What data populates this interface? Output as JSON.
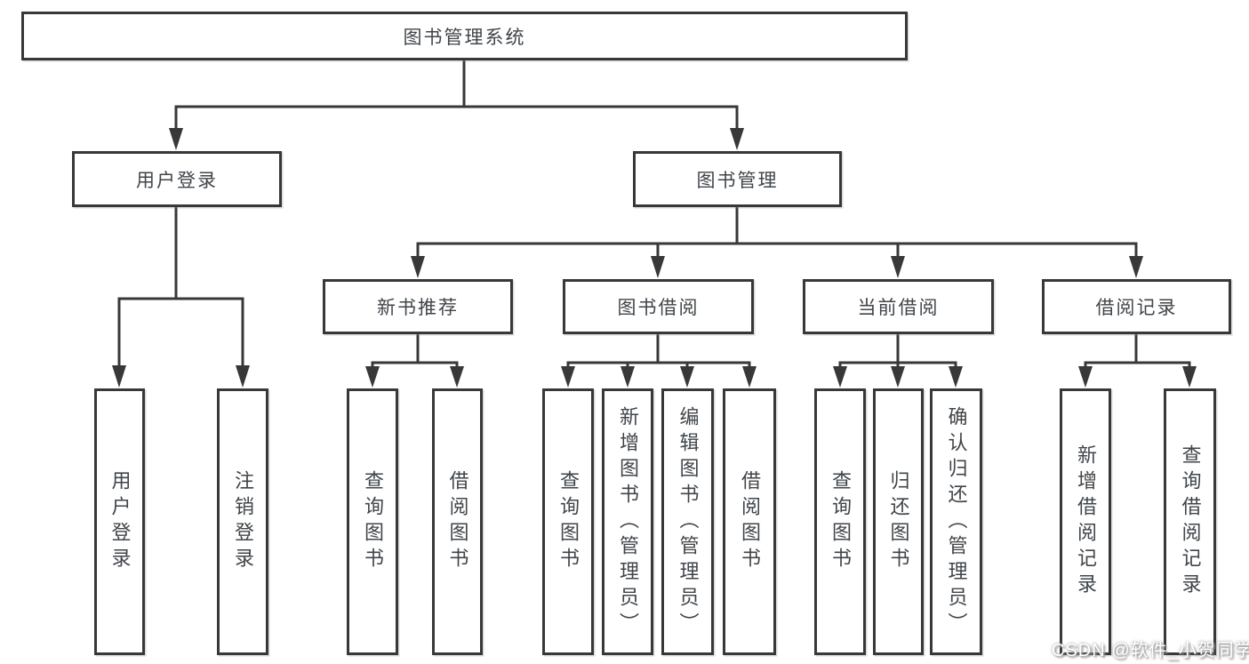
{
  "diagram": {
    "title": "图书管理系统",
    "nodes": {
      "root": "图书管理系统",
      "user_login": "用户登录",
      "book_management": "图书管理",
      "new_book_recommend": "新书推荐",
      "book_borrowing": "图书借阅",
      "current_borrowing": "当前借阅",
      "borrowing_records": "借阅记录",
      "leaf_user_login": "用户登录",
      "leaf_logout": "注销登录",
      "leaf_query_books_recommend": "查询图书",
      "leaf_borrow_books_recommend": "借阅图书",
      "leaf_query_books_borrowing": "查询图书",
      "leaf_add_books_admin": "新增图书（管理员）",
      "leaf_edit_books_admin": "编辑图书（管理员）",
      "leaf_borrow_books_borrowing": "借阅图书",
      "leaf_query_books_current": "查询图书",
      "leaf_return_books": "归还图书",
      "leaf_confirm_return_admin": "确认归还（管理员）",
      "leaf_add_borrow_record": "新增借阅记录",
      "leaf_query_borrow_record": "查询借阅记录"
    },
    "colors": {
      "line": "#383838",
      "text": "#40454a",
      "background": "#ffffff"
    }
  },
  "watermark": {
    "text": "CSDN @软件_小贺同学"
  }
}
